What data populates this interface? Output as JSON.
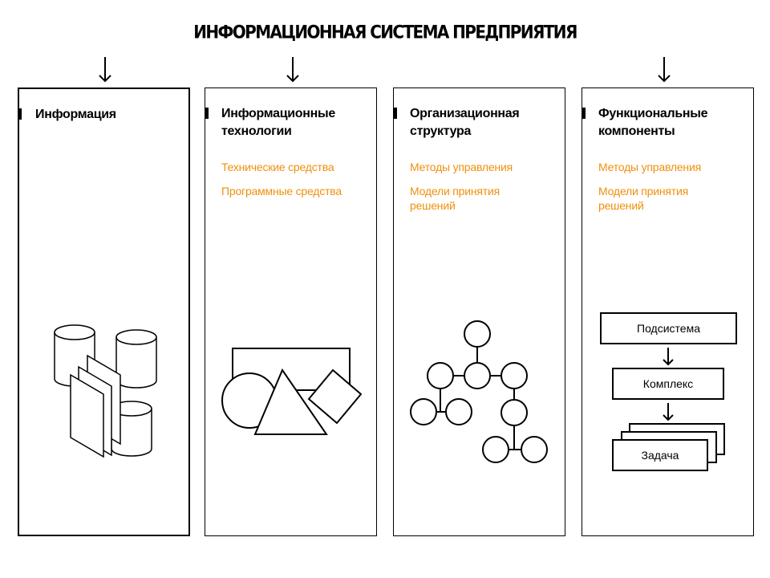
{
  "title": "ИНФОРМАЦИОННАЯ СИСТЕМА ПРЕДПРИЯТИЯ",
  "accent_color": "#f0900e",
  "columns": [
    {
      "heading": "Информация",
      "items": []
    },
    {
      "heading": "Информационные технологии",
      "items": [
        "Технические средства",
        "Программные средства"
      ]
    },
    {
      "heading": "Организационная структура",
      "items": [
        "Методы управления",
        "Модели принятия решений"
      ]
    },
    {
      "heading": "Функциональные компоненты",
      "items": [
        "Методы управления",
        "Модели принятия решений"
      ],
      "hierarchy": [
        "Подсистема",
        "Комплекс",
        "Задача"
      ]
    }
  ],
  "icons": [
    "database-cylinders-with-documents",
    "geometric-shapes",
    "org-tree-circles",
    "hierarchy-boxes"
  ]
}
